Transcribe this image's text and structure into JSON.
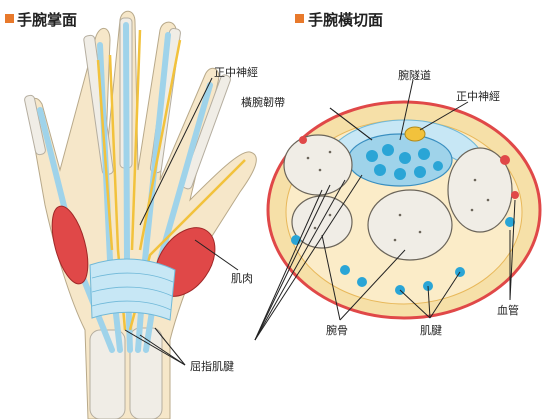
{
  "left_panel": {
    "title": "手腕掌面",
    "labels": {
      "median_nerve": "正中神經",
      "transverse_carpal_ligament": "橫腕韌帶",
      "muscle": "肌肉",
      "flexor_tendons": "屈指肌腱"
    }
  },
  "right_panel": {
    "title": "手腕橫切面",
    "labels": {
      "carpal_tunnel": "腕隧道",
      "median_nerve": "正中神經",
      "carpal_bones": "腕骨",
      "tendons": "肌腱",
      "blood_vessels": "血管"
    }
  },
  "colors": {
    "title_marker": "#e8792b",
    "skin": "#f6e7c9",
    "bone": "#f0ede6",
    "tendon": "#9fd3ea",
    "nerve": "#f2c23c",
    "muscle": "#e04848",
    "ligament": "#c7e7f5",
    "tendon_dot": "#2aa5d6"
  }
}
